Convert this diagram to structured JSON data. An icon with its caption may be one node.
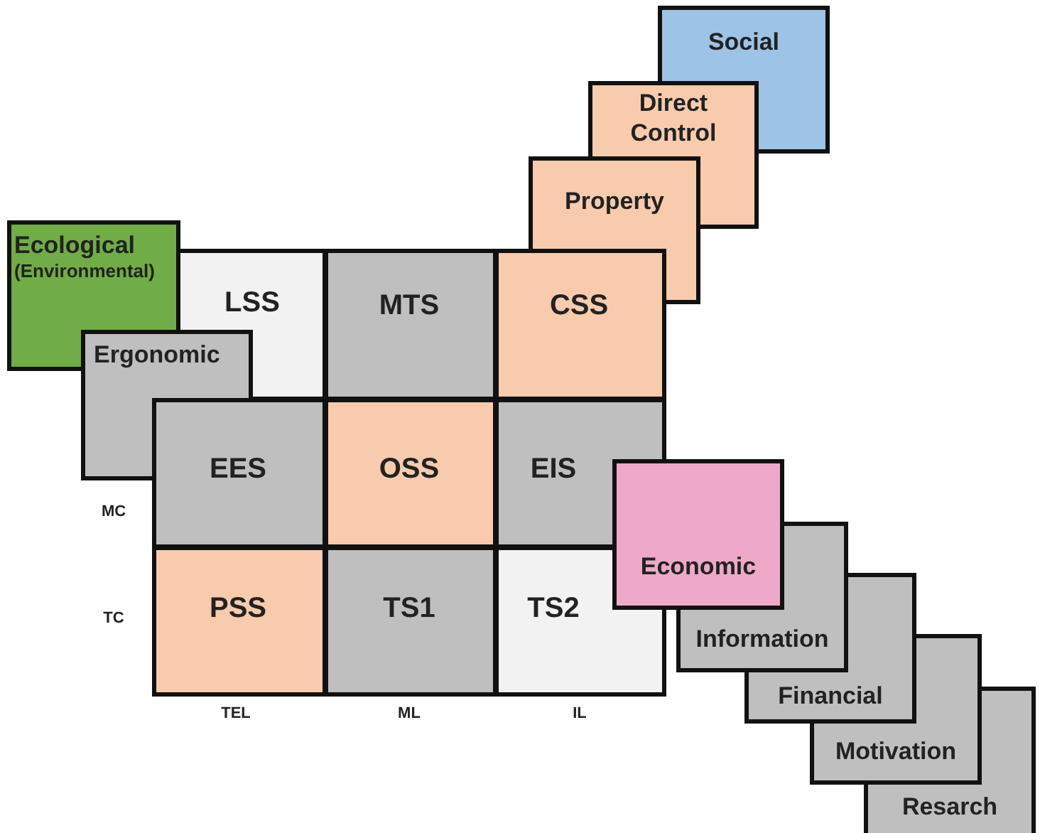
{
  "diagram": {
    "nodes": [
      {
        "text": [
          "Social"
        ]
      },
      {
        "text": [
          "Direct Control"
        ]
      },
      {
        "text": [
          "Property"
        ]
      },
      {
        "text": [
          "Ecological",
          "(Environmental)"
        ]
      },
      {
        "text": [
          "LSS"
        ]
      },
      {
        "text": [
          "MTS"
        ]
      },
      {
        "text": [
          "CSS"
        ]
      },
      {
        "text": [
          "Ergonomic"
        ]
      },
      {
        "text": [
          "EES"
        ]
      },
      {
        "text": [
          "OSS"
        ]
      },
      {
        "text": [
          "EIS"
        ]
      },
      {
        "text": [
          "Economic"
        ]
      },
      {
        "text": [
          "PSS"
        ]
      },
      {
        "text": [
          "TS1"
        ]
      },
      {
        "text": [
          "TS2"
        ]
      },
      {
        "text": [
          "Information"
        ]
      },
      {
        "text": [
          "Financial"
        ]
      },
      {
        "text": [
          "Motivation"
        ]
      },
      {
        "text": [
          "Resarch"
        ]
      }
    ],
    "labels": [
      "MC",
      "TC",
      "TEL",
      "ML",
      "IL"
    ]
  }
}
